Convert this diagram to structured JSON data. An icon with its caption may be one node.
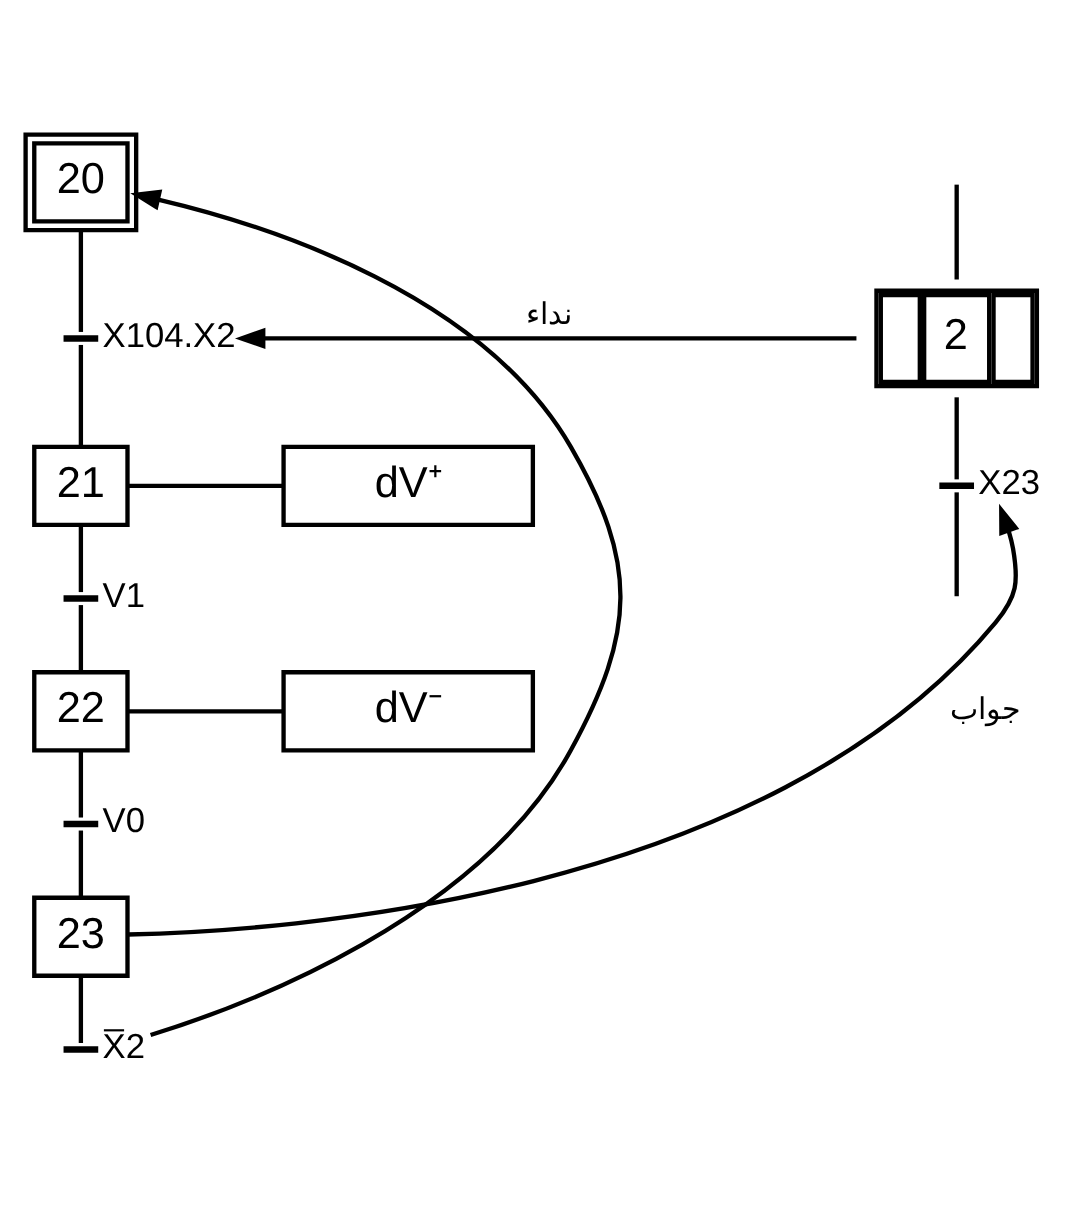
{
  "diagram": {
    "nodes": [
      {
        "text": [
          "20"
        ]
      },
      {
        "text": [
          "X104.X2"
        ]
      },
      {
        "text": [
          "21"
        ]
      },
      {
        "text": [
          "dV⁺"
        ]
      },
      {
        "text": [
          "V1"
        ]
      },
      {
        "text": [
          "22"
        ]
      },
      {
        "text": [
          "dV⁻"
        ]
      },
      {
        "text": [
          "V0"
        ]
      },
      {
        "text": [
          "23"
        ]
      },
      {
        "text": [
          "X̅2"
        ]
      },
      {
        "text": [
          "2"
        ]
      },
      {
        "text": [
          "X23"
        ]
      }
    ],
    "edges": [
      {
        "from": 0,
        "to": 1,
        "arrow": "none"
      },
      {
        "from": 1,
        "to": 2,
        "arrow": "none"
      },
      {
        "from": 2,
        "to": 3,
        "arrow": "none"
      },
      {
        "from": 2,
        "to": 4,
        "arrow": "none"
      },
      {
        "from": 4,
        "to": 5,
        "arrow": "none"
      },
      {
        "from": 5,
        "to": 6,
        "arrow": "none"
      },
      {
        "from": 5,
        "to": 7,
        "arrow": "none"
      },
      {
        "from": 7,
        "to": 8,
        "arrow": "none"
      },
      {
        "from": 8,
        "to": 9,
        "arrow": "none"
      },
      {
        "from": 9,
        "to": 0,
        "arrow": "to"
      },
      {
        "from": null,
        "to": 10,
        "arrow": "none"
      },
      {
        "from": 10,
        "to": 11,
        "arrow": "none"
      },
      {
        "from": 11,
        "to": null,
        "arrow": "none"
      },
      {
        "from": 10,
        "to": 1,
        "arrow": "to",
        "label": "نداء"
      },
      {
        "from": 8,
        "to": 11,
        "arrow": "to",
        "label": "جواب"
      }
    ]
  }
}
